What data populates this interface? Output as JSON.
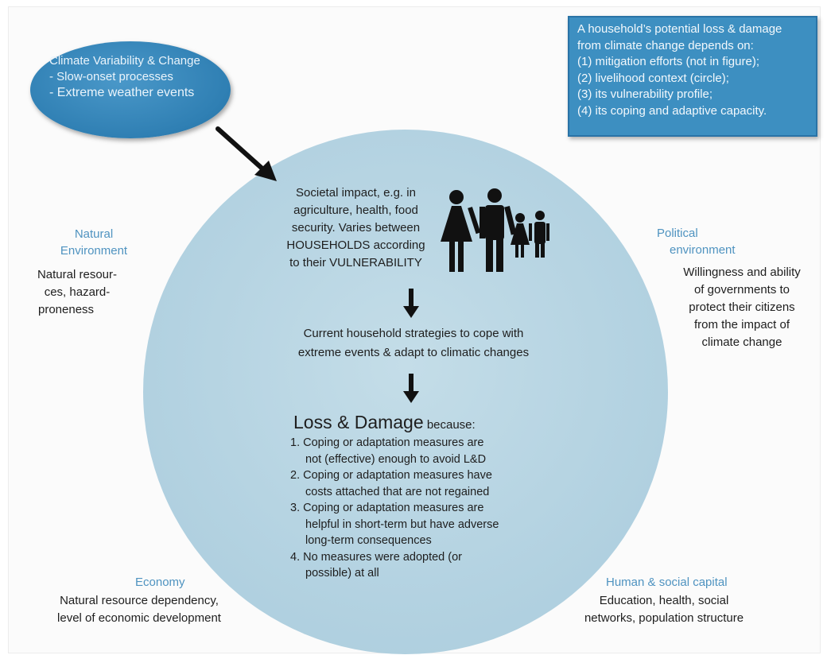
{
  "climate": {
    "title": "Climate Variability & Change",
    "items": [
      "- Slow-onset processes",
      "- Extreme weather events"
    ]
  },
  "info_box": {
    "lines": [
      "A household’s potential loss & damage",
      "from climate change depends on:",
      "(1) mitigation efforts (not in figure);",
      "(2) livelihood context (circle);",
      "(3) its vulnerability profile;",
      "(4) its coping and adaptive capacity."
    ]
  },
  "natural_environment": {
    "title_lines": [
      "Natural",
      "Environment"
    ],
    "desc_lines": [
      "Natural resour-",
      "ces, hazard-",
      "proneness"
    ]
  },
  "political_environment": {
    "title_lines": [
      "Political",
      "environment"
    ],
    "desc_lines": [
      "Willingness and ability",
      "of governments to",
      "protect their citizens",
      "from the impact of",
      "climate change"
    ]
  },
  "economy": {
    "title": "Economy",
    "desc_lines": [
      "Natural resource dependency,",
      "level of economic development"
    ]
  },
  "human_social": {
    "title": "Human & social capital",
    "desc_lines": [
      "Education, health, social",
      "networks, population structure"
    ]
  },
  "societal_impact": {
    "lines": [
      "Societal impact, e.g. in",
      "agriculture, health, food",
      "security. Varies between",
      "HOUSEHOLDS according",
      "to their VULNERABILITY"
    ]
  },
  "strategies": {
    "lines": [
      "Current household strategies to cope with",
      "extreme events & adapt to climatic changes"
    ]
  },
  "loss_damage": {
    "title": "Loss & Damage",
    "because": "because:",
    "items": [
      "1. Coping or adaptation measures are",
      "    not (effective) enough to avoid L&D",
      "2. Coping or adaptation measures have",
      "    costs attached that are not regained",
      "3. Coping or adaptation measures are",
      "    helpful in short-term but have adverse",
      "    long-term consequences",
      "4. No measures were adopted (or",
      "    possible) at all"
    ]
  },
  "colors": {
    "circle": "#b3d2e1",
    "ellipse": "#2f7fb3",
    "info_box": "#3d8fc1",
    "label_blue": "#4f93c0"
  }
}
